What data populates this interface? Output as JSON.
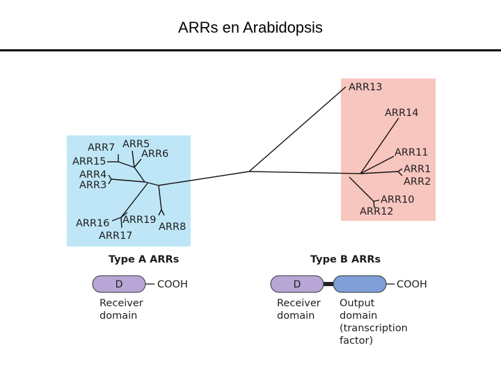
{
  "title": "ARRs en Arabidopsis",
  "colors": {
    "type_a_box": "#bfe6f6",
    "type_b_box": "#f7c6bf",
    "receiver_domain": "#b7a6d6",
    "output_domain": "#7f9fd6",
    "linker": "#222222"
  },
  "tree": {
    "type_a_leaves": [
      "ARR7",
      "ARR5",
      "ARR6",
      "ARR15",
      "ARR4",
      "ARR3",
      "ARR16",
      "ARR19",
      "ARR17",
      "ARR8"
    ],
    "type_b_leaves": [
      "ARR13",
      "ARR14",
      "ARR11",
      "ARR1",
      "ARR2",
      "ARR10",
      "ARR12"
    ]
  },
  "type_a": {
    "heading": "Type A ARRs",
    "domain_letter": "D",
    "terminus": "COOH",
    "receiver_caption": [
      "Receiver",
      "domain"
    ]
  },
  "type_b": {
    "heading": "Type B ARRs",
    "domain_letter": "D",
    "terminus": "COOH",
    "receiver_caption": [
      "Receiver",
      "domain"
    ],
    "output_caption": [
      "Output",
      "domain",
      "(transcription",
      "factor)"
    ]
  }
}
